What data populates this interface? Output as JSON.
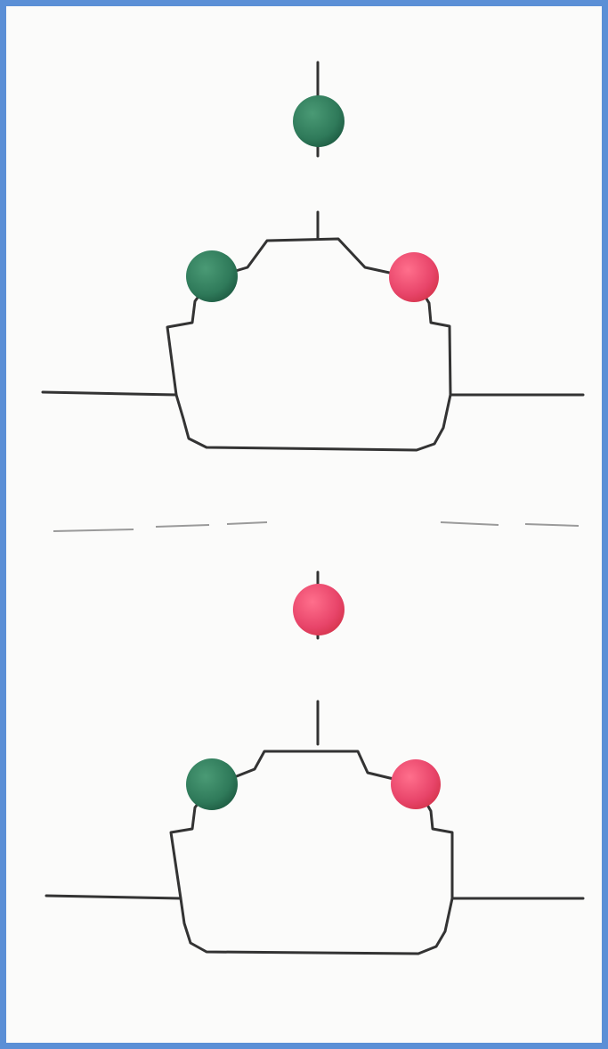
{
  "colors": {
    "frame": "#5b8fd6",
    "background": "#fbfbfa",
    "line": "#333333",
    "green": "#2f7a5a",
    "red": "#e8456a"
  },
  "panels": [
    {
      "id": "top",
      "top_ball": "green",
      "left_ball": "green",
      "right_ball": "red"
    },
    {
      "id": "bottom",
      "top_ball": "red",
      "left_ball": "green",
      "right_ball": "red"
    }
  ]
}
